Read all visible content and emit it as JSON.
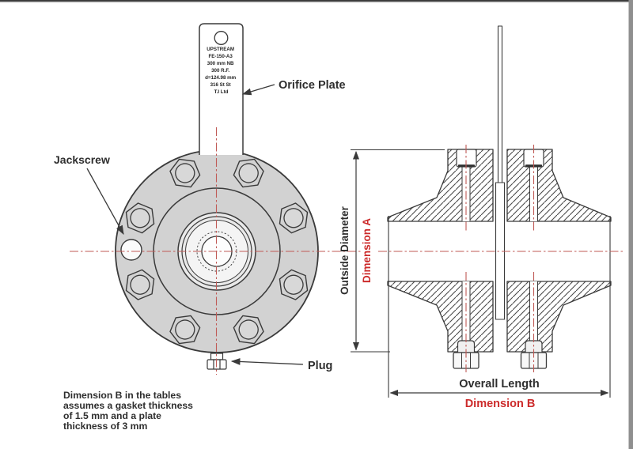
{
  "colors": {
    "line": "#3a3a3a",
    "flange_fill": "#d2d2d2",
    "inner_face_fill": "#f2f2f2",
    "centerline_red": "#c05a56",
    "dimension_red": "#cc2b2b",
    "top_border": "#3c3c3c",
    "right_border": "#8f8f8f"
  },
  "front_view": {
    "tag": {
      "lines": [
        "UPSTREAM",
        "FE-150-A3",
        "300 mm NB",
        "300 R.F.",
        "d=124.98 mm",
        "316 St St",
        "T.I Ltd"
      ]
    },
    "labels": {
      "jackscrew": "Jackscrew",
      "orifice_plate": "Orifice Plate",
      "plug": "Plug"
    }
  },
  "section_view": {
    "labels": {
      "outside_diameter": "Outside Diameter",
      "dimension_a": "Dimension A",
      "overall_length": "Overall Length",
      "dimension_b": "Dimension B"
    }
  },
  "note": {
    "lines": [
      "Dimension B in the tables",
      "assumes a gasket thickness",
      "of 1.5 mm and a plate",
      "thickness of 3 mm"
    ]
  }
}
